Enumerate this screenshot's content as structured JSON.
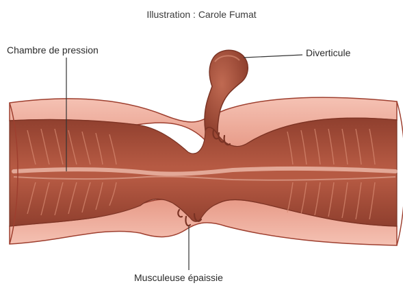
{
  "credit": "Illustration : Carole Fumat",
  "labels": {
    "pressure_chamber": "Chambre de pression",
    "diverticulum": "Diverticule",
    "thickened_muscle": "Musculeuse épaissie"
  },
  "colors": {
    "outer_wall": "#f0b2a3",
    "wall_stroke": "#9e3f2f",
    "lumen": "#a8503b",
    "lumen_dark": "#8a3d2c",
    "lumen_highlight": "#f2c3b3",
    "leader_line": "#333333"
  }
}
